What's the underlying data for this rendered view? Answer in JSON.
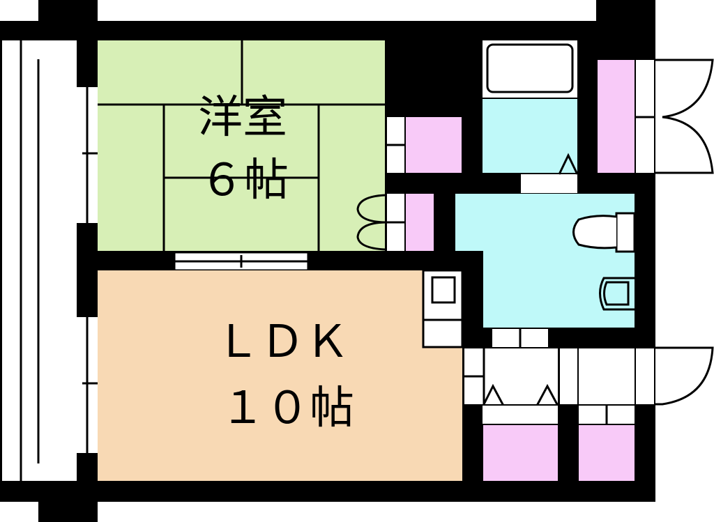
{
  "rooms": {
    "western_room": {
      "name": "洋室",
      "size": "６帖"
    },
    "ldk": {
      "name": "ＬＤＫ",
      "size": "１０帖"
    }
  },
  "colors": {
    "wall": "#000000",
    "western_room": "#d7efb6",
    "ldk": "#f8d9b4",
    "wet_area": "#bff9f9",
    "storage": "#f8caf8",
    "fixture": "#ffffff"
  }
}
